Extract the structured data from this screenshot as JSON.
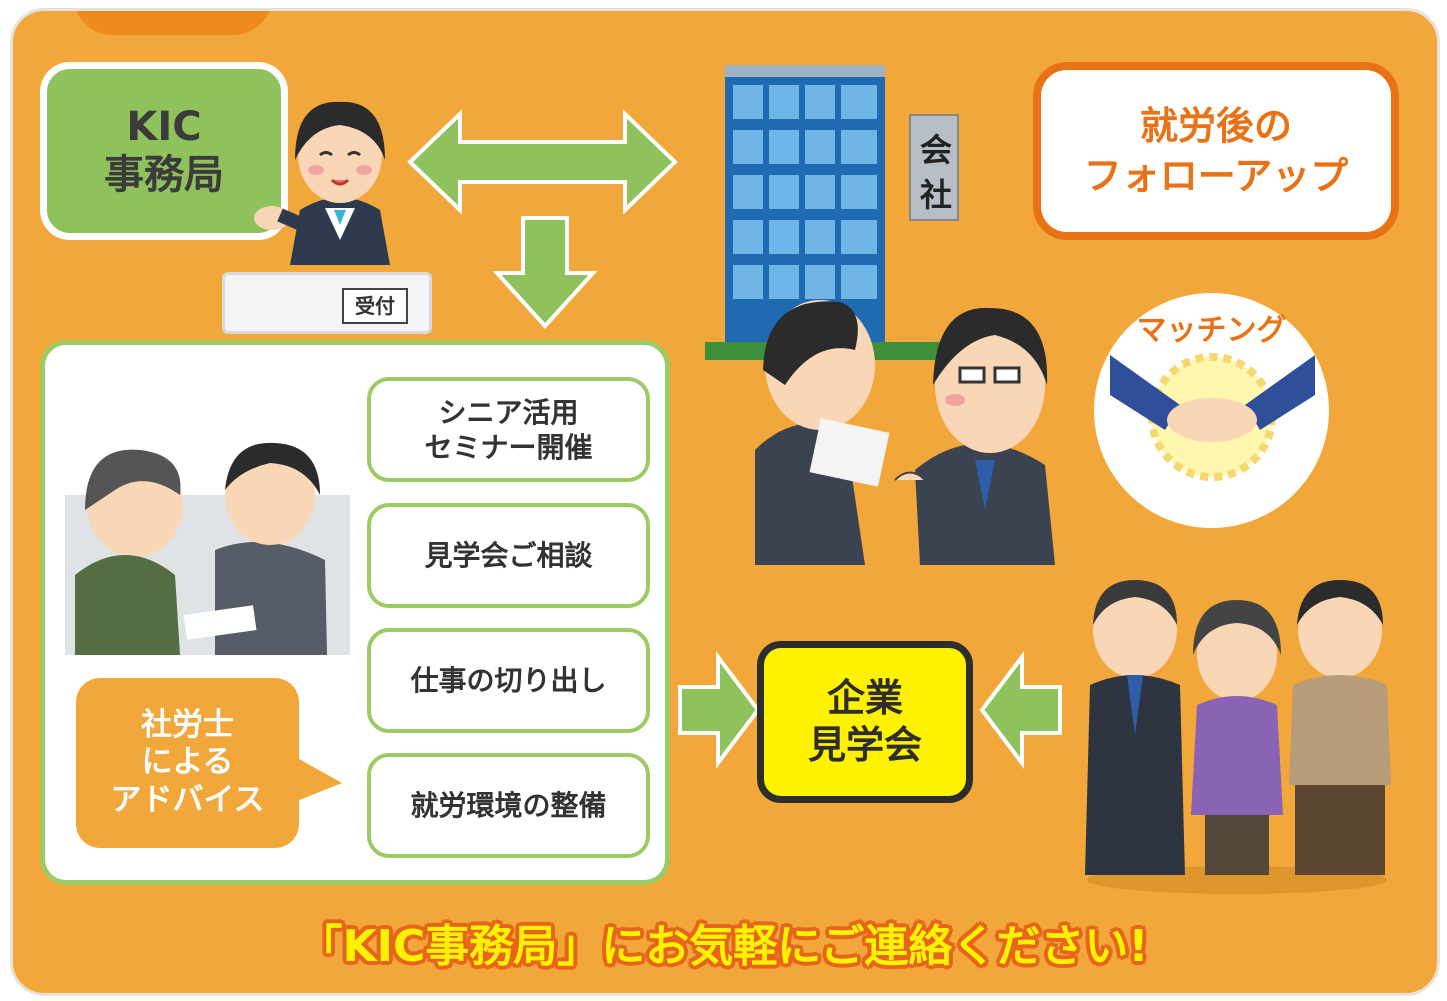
{
  "office": {
    "label": "KIC\n事務局"
  },
  "reception_sign": "受付",
  "company_sign": [
    "会",
    "社"
  ],
  "followup": {
    "label": "就労後の\nフォローアップ"
  },
  "matching": {
    "label": "マッチング"
  },
  "services": [
    {
      "label": "シニア活用\nセミナー開催"
    },
    {
      "label": "見学会ご相談"
    },
    {
      "label": "仕事の切り出し"
    },
    {
      "label": "就労環境の整備"
    }
  ],
  "advice": {
    "label": "社労士\nによる\nアドバイス"
  },
  "tour": {
    "label": "企業\n見学会"
  },
  "footer": {
    "message": "「KIC事務局」にお気軽にご連絡ください!"
  },
  "colors": {
    "background": "#f2a73b",
    "green": "#8fc15c",
    "orange": "#ea7216",
    "yellow": "#fff200"
  }
}
